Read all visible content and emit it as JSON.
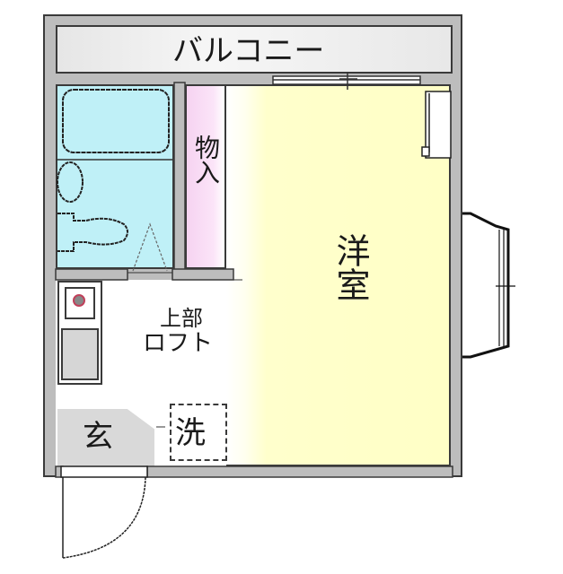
{
  "floorplan": {
    "rooms": {
      "balcony": {
        "label": "バルコニー",
        "color": "#e4e4e4"
      },
      "western_room": {
        "label": "洋室",
        "color": "#ffffcc"
      },
      "storage": {
        "label": "物入",
        "color": "#f7d6f2"
      },
      "loft": {
        "line1": "上部",
        "line2": "ロフト"
      },
      "entrance": {
        "label": "玄",
        "color": "#d9d9d9"
      },
      "washer": {
        "label": "洗"
      },
      "bath": {
        "color": "#bff0f7"
      }
    },
    "colors": {
      "wall_fill": "#bdbdbd",
      "wall_line": "#3a3a3a",
      "kitchen_fill": "#d6d6d6"
    }
  }
}
